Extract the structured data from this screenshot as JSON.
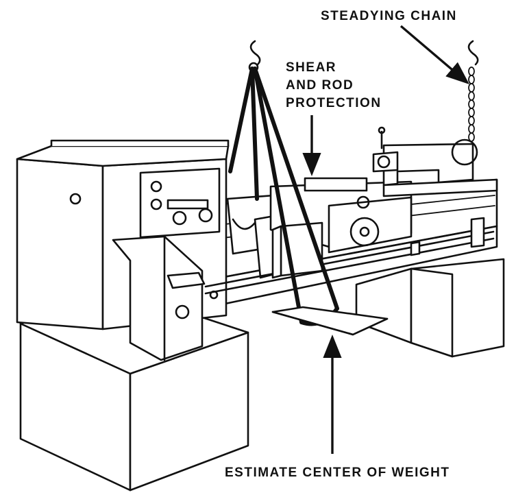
{
  "labels": {
    "steadying_chain": "STEADYING CHAIN",
    "shear_line1": "SHEAR",
    "shear_line2": "AND ROD",
    "shear_line3": "PROTECTION",
    "center_of_weight": "ESTIMATE CENTER OF WEIGHT"
  },
  "colors": {
    "ink": "#111111",
    "paper": "#ffffff"
  }
}
